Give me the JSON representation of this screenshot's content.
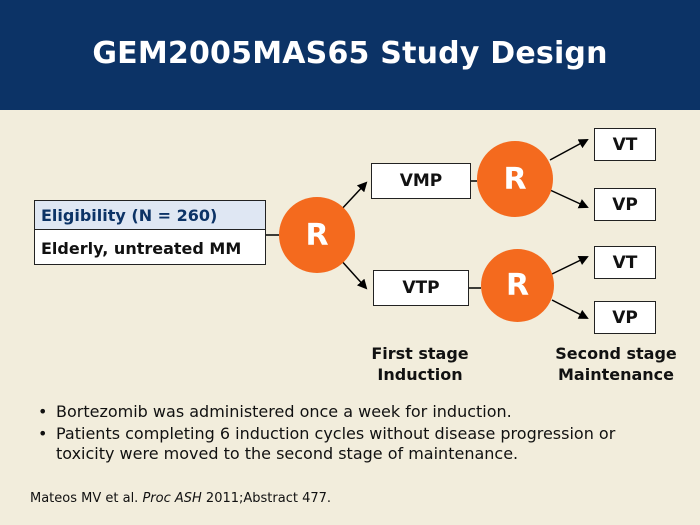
{
  "title": "GEM2005MAS65 Study Design",
  "eligibility": {
    "header": "Eligibility  (N = 260)",
    "body": "Elderly, untreated MM"
  },
  "randomization_label": "R",
  "induction_arms": [
    "VMP",
    "VTP"
  ],
  "maintenance_arms": {
    "upper": [
      "VT",
      "VP"
    ],
    "lower": [
      "VT",
      "VP"
    ]
  },
  "stage_labels": {
    "first": [
      "First stage",
      "Induction"
    ],
    "second": [
      "Second stage",
      "Maintenance"
    ]
  },
  "bullets": [
    "Bortezomib was administered once a week for induction.",
    "Patients completing 6 induction cycles without disease progression or toxicity were moved to the second stage of maintenance."
  ],
  "citation": {
    "authors": "Mateos MV et al. ",
    "journal": "Proc ASH",
    "rest": " 2011;Abstract 477."
  },
  "colors": {
    "header_bg": "#0c3366",
    "background": "#f2eddc",
    "randomize_circle": "#f46a1e",
    "eligibility_header_bg": "#dfe7f3"
  }
}
